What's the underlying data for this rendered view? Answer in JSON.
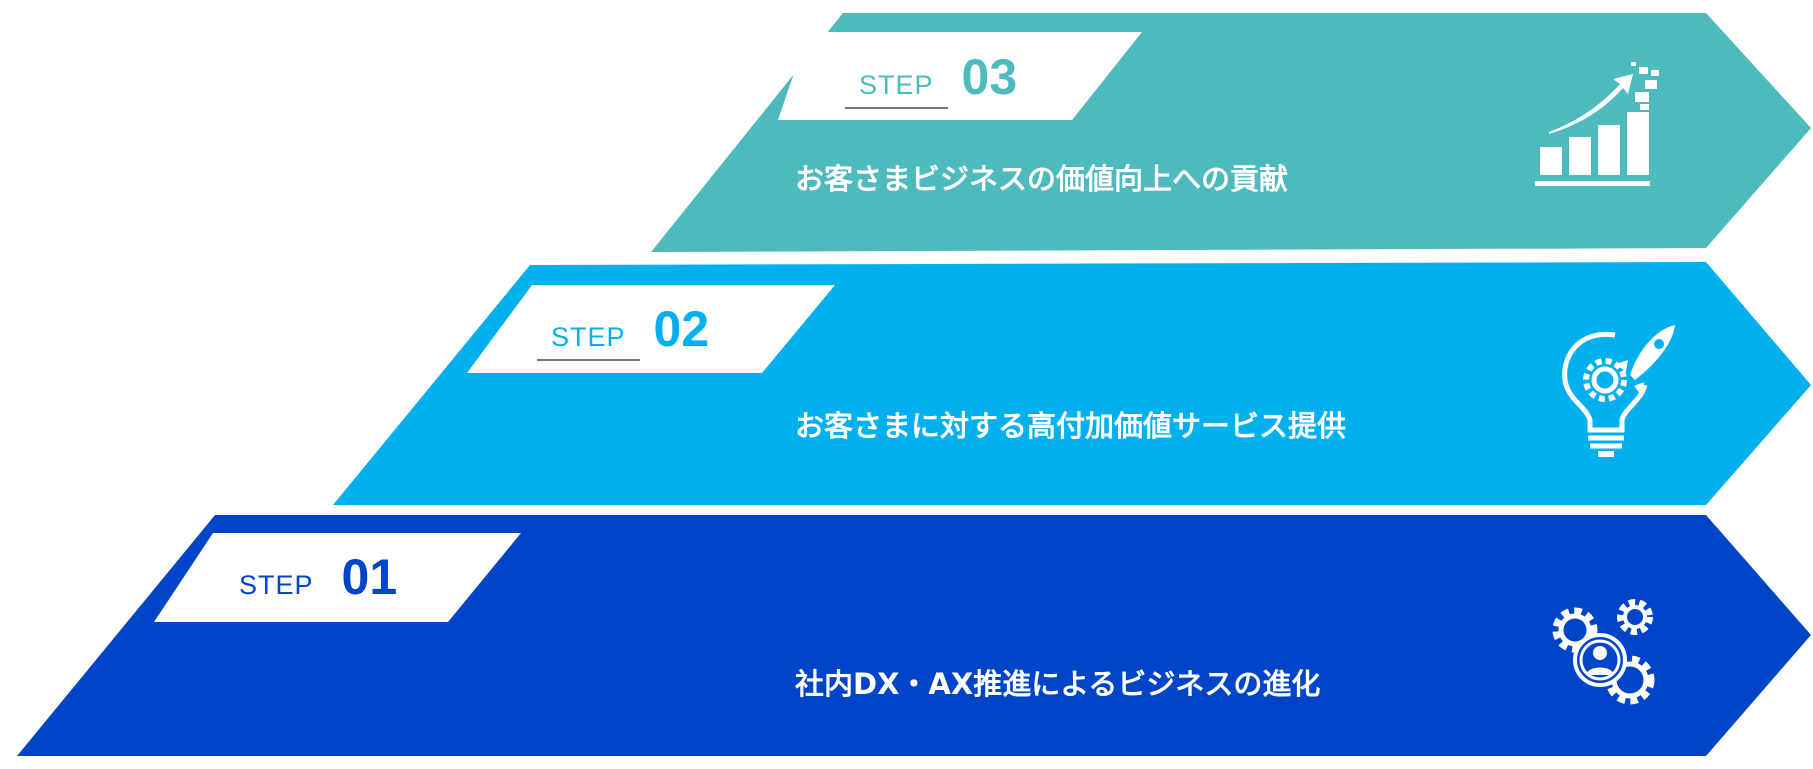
{
  "colors": {
    "step3": "#4dbabe",
    "step2": "#03b0ef",
    "step1": "#0044c8"
  },
  "steps": [
    {
      "label": "STEP",
      "number": "03",
      "title": "お客さまビジネスの価値向上への貢献",
      "icon": "growth-chart-icon"
    },
    {
      "label": "STEP",
      "number": "02",
      "title": "お客さまに対する高付加価値サービス提供",
      "icon": "lightbulb-rocket-icon"
    },
    {
      "label": "STEP",
      "number": "01",
      "title": "社内DX・AX推進によるビジネスの進化",
      "icon": "gears-person-icon"
    }
  ]
}
